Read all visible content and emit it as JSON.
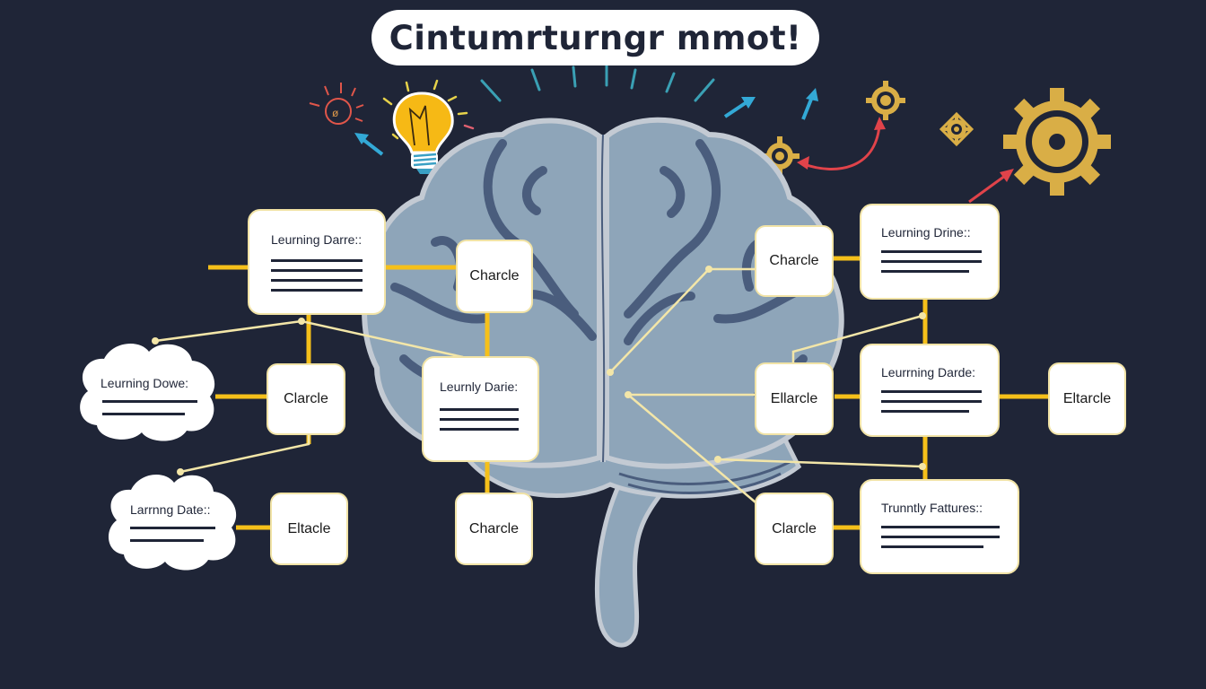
{
  "title": "Cintumrturngr mmot!",
  "colors": {
    "background": "#1f2537",
    "brain_fill": "#8ea5b9",
    "brain_fold": "#4a5d7d",
    "brain_outline": "#c3cad3",
    "connector_yellow": "#f5c01a",
    "connector_cream": "#f3e6a8",
    "gear_gold": "#d9ae46",
    "arrow_blue": "#33a9d6",
    "arrow_red": "#e0434a",
    "bulb_yellow": "#f6b915"
  },
  "icons": {
    "lightbulb": "lightbulb-icon",
    "sun_doodle": "sun-doodle-icon",
    "gears": "gear-icon",
    "arrows": "arrow-icon",
    "brain": "brain-icon"
  },
  "left_cards": [
    {
      "id": "card-left-top",
      "title": "Leurning Darre::",
      "lines": 4
    },
    {
      "id": "card-center",
      "title": "Leurnly Darie:",
      "lines": 3
    }
  ],
  "left_clouds": [
    {
      "id": "cloud-left-mid",
      "title": "Leurning Dowe:",
      "lines": 2
    },
    {
      "id": "cloud-left-bottom",
      "title": "Larrnng Date::",
      "lines": 2
    }
  ],
  "right_cards": [
    {
      "id": "card-right-top",
      "title": "Leurning Drine::",
      "lines": 3
    },
    {
      "id": "card-right-mid",
      "title": "Leurrning Darde:",
      "lines": 3
    },
    {
      "id": "card-right-bottom",
      "title": "Trunntly Fattures::",
      "lines": 3
    }
  ],
  "nodes": [
    {
      "id": "node-1",
      "label": "Charcle"
    },
    {
      "id": "node-2",
      "label": "Clarcle"
    },
    {
      "id": "node-3",
      "label": "Eltacle"
    },
    {
      "id": "node-4",
      "label": "Charcle"
    },
    {
      "id": "node-5",
      "label": "Charcle"
    },
    {
      "id": "node-6",
      "label": "Charcle"
    },
    {
      "id": "node-7",
      "label": "Ellarcle"
    },
    {
      "id": "node-8",
      "label": "Clarcle"
    },
    {
      "id": "node-9",
      "label": "Eltarcle"
    }
  ]
}
